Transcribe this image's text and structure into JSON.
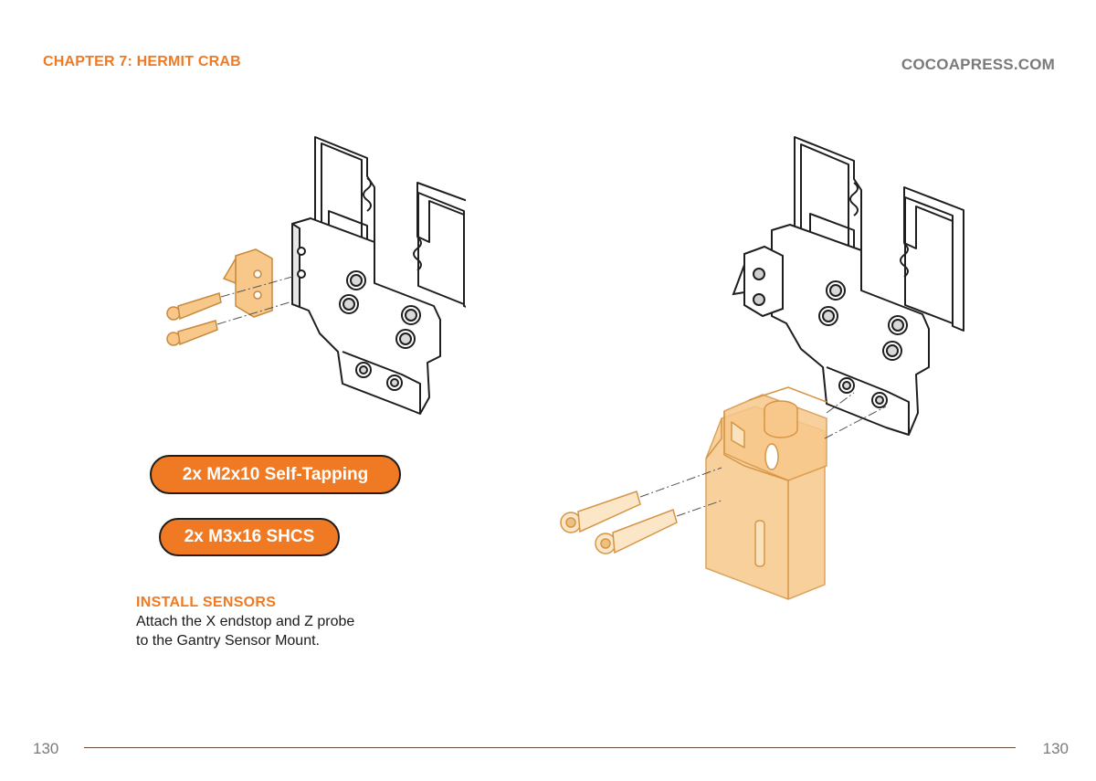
{
  "header": {
    "chapter": "CHAPTER 7: HERMIT CRAB",
    "site": "COCOAPRESS.COM"
  },
  "hardware": {
    "item_1": "2x M2x10 Self-Tapping",
    "item_2": "2x M3x16 SHCS"
  },
  "step": {
    "title": "INSTALL SENSORS",
    "body": "Attach the X endstop and Z probe to the Gantry Sensor Mount."
  },
  "footer": {
    "page_left": "130",
    "page_right": "130"
  },
  "colors": {
    "accent": "#f07a24",
    "part_highlight": "#f7c88a",
    "gray_text": "#7a7a7a"
  }
}
